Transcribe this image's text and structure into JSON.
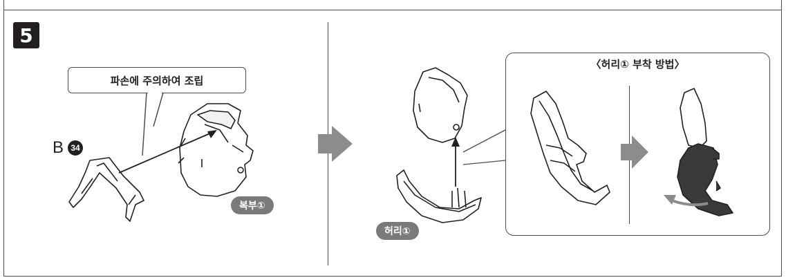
{
  "step": {
    "number": "5"
  },
  "left": {
    "callout_text": "파손에 주의하여 조립",
    "runner_letter": "B",
    "runner_number": "34",
    "part_label": "복부①"
  },
  "right": {
    "part_label": "허리①",
    "detail_title": "〈허리① 부착 방법〉"
  },
  "colors": {
    "dark_part": "#3a3a3a",
    "arrow_gray": "#8c8c8c",
    "pill_gray": "#7a7a7a",
    "line": "#231f20"
  }
}
